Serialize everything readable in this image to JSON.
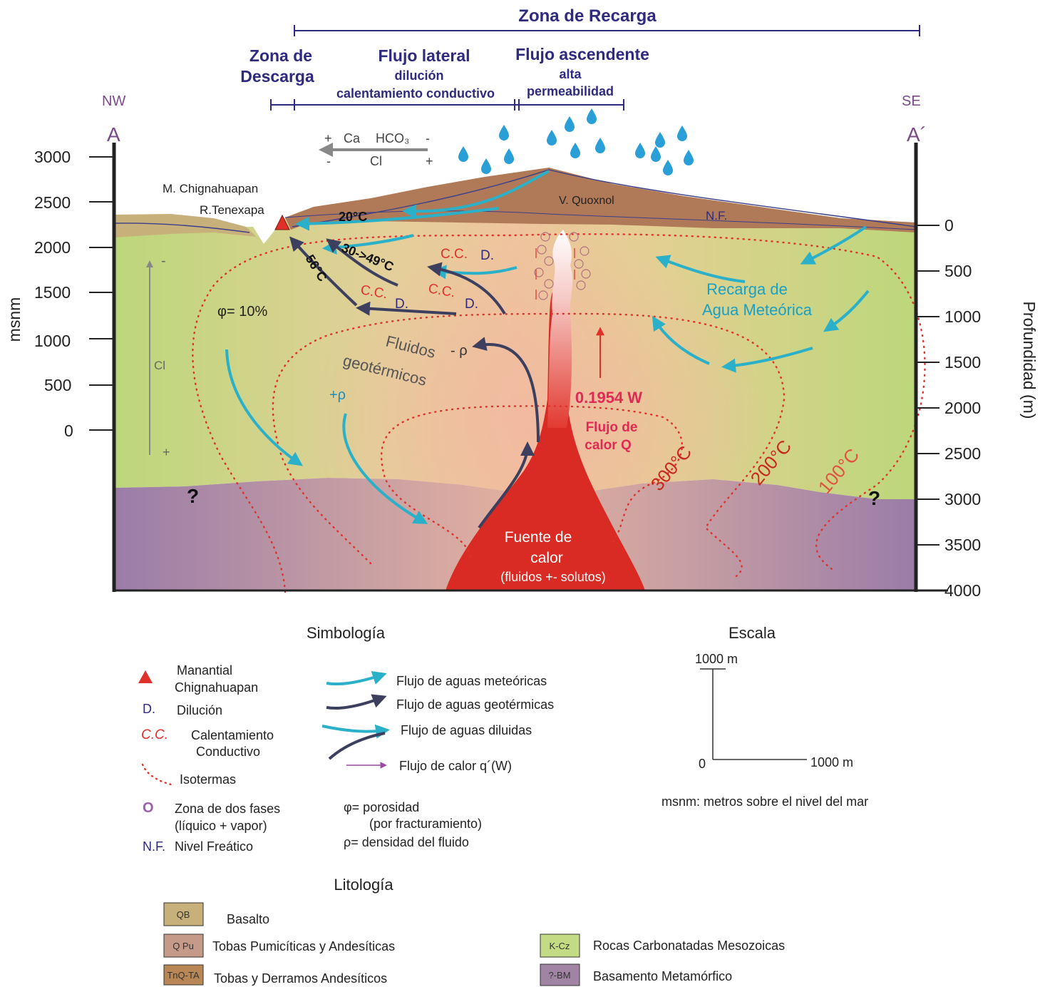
{
  "header": {
    "zona_recarga": "Zona de Recarga",
    "zona_descarga_1": "Zona de",
    "zona_descarga_2": "Descarga",
    "flujo_lateral": "Flujo lateral",
    "dilucion": "dilución",
    "calentamiento": "calentamiento conductivo",
    "flujo_ascendente": "Flujo ascendente",
    "alta": "alta",
    "permeabilidad": "permeabilidad"
  },
  "section": {
    "nw": "NW",
    "se": "SE",
    "a_left": "A",
    "a_right": "A´",
    "left_axis_title": "msnm",
    "right_axis_title": "Profundidad (m)",
    "left_ticks": [
      "3000",
      "2500",
      "2000",
      "1500",
      "1000",
      "500",
      "0"
    ],
    "right_ticks": [
      "0",
      "500",
      "1000",
      "1500",
      "2000",
      "2500",
      "3000",
      "3500",
      "4000"
    ]
  },
  "labels": {
    "chem_plus1": "+",
    "chem_ca": "Ca",
    "chem_hco3": "HCO₃",
    "chem_minus1": "-",
    "chem_minus2": "-",
    "chem_cl": "Cl",
    "chem_plus2": "+",
    "manantial_1": "M. Chignahuapan",
    "manantial_2": "R.Tenexapa",
    "volcano": "V. Quoxnol",
    "nf": "N.F.",
    "t20": "20°C",
    "t30": "30->49°C",
    "t56": "56°C",
    "cc1": "C.C.",
    "d1": "D.",
    "cc2": "C.C.",
    "d2": "D.",
    "cc3": "C.C.",
    "d3": "D.",
    "phi": "φ= 10%",
    "minus_top": "-",
    "cl": "Cl",
    "plus_bottom": "+",
    "fluidos_1": "Fluidos",
    "fluidos_2": "geotérmicos",
    "minus_rho": "- ρ",
    "plus_rho": "+ρ",
    "recarga_1": "Recarga de",
    "recarga_2": "Agua Meteórica",
    "heat_value": "0.1954 W",
    "flujo_calor_1": "Flujo de",
    "flujo_calor_2": "calor Q",
    "iso_300": "300°C",
    "iso_200": "200°C",
    "iso_100": "100°C",
    "q_left": "?",
    "q_right": "?",
    "fuente_1": "Fuente de",
    "fuente_2": "calor",
    "fuente_3": "(fluidos +- solutos)"
  },
  "simbologia": {
    "title": "Simbología",
    "manantial_1": "Manantial",
    "manantial_2": "Chignahuapan",
    "d_sym": "D.",
    "d_text": "Dilución",
    "cc_sym": "C.C.",
    "cc_text_1": "Calentamiento",
    "cc_text_2": "Conductivo",
    "isotermas": "Isotermas",
    "dos_fases_sym": "O",
    "dos_fases_1": "Zona de dos fases",
    "dos_fases_2": "(líquico + vapor)",
    "nf_sym": "N.F.",
    "nf_text": "Nivel Freático",
    "flujo_met": "Flujo de aguas meteóricas",
    "flujo_geo": "Flujo de aguas geotérmicas",
    "flujo_dil": "Flujo de aguas diluidas",
    "flujo_calor": "Flujo de calor q´(W)",
    "phi_1": "φ= porosidad",
    "phi_2": "(por fracturamiento)",
    "rho": "ρ= densidad del fluido"
  },
  "escala": {
    "title": "Escala",
    "vertical": "1000 m",
    "origin": "0",
    "horizontal": "1000 m",
    "note": "msnm: metros sobre el nivel del mar"
  },
  "litologia": {
    "title": "Litología",
    "items": [
      {
        "code": "QB",
        "name": "Basalto",
        "color": "#c8b07a"
      },
      {
        "code": "Q Pu",
        "name": "Tobas Pumicíticas y Andesíticas",
        "color": "#c69a88"
      },
      {
        "code": "TnQ-TA",
        "name": "Tobas y Derramos Andesíticos",
        "color": "#b98755"
      },
      {
        "code": "K-Cz",
        "name": "Rocas Carbonatadas Mesozoicas",
        "color": "#c3dc83"
      },
      {
        "code": "?-BM",
        "name": "Basamento Metamórfico",
        "color": "#a183a3"
      }
    ]
  },
  "colors": {
    "meteoric": "#2ab0c8",
    "geothermal": "#3c3f5e",
    "isotherm": "#e0302a",
    "carbonate": "#bfd87a",
    "basement": "#9a7ca8",
    "volcano": "#b07a58",
    "basalt": "#c8b07a",
    "heat": "#d92a24"
  }
}
